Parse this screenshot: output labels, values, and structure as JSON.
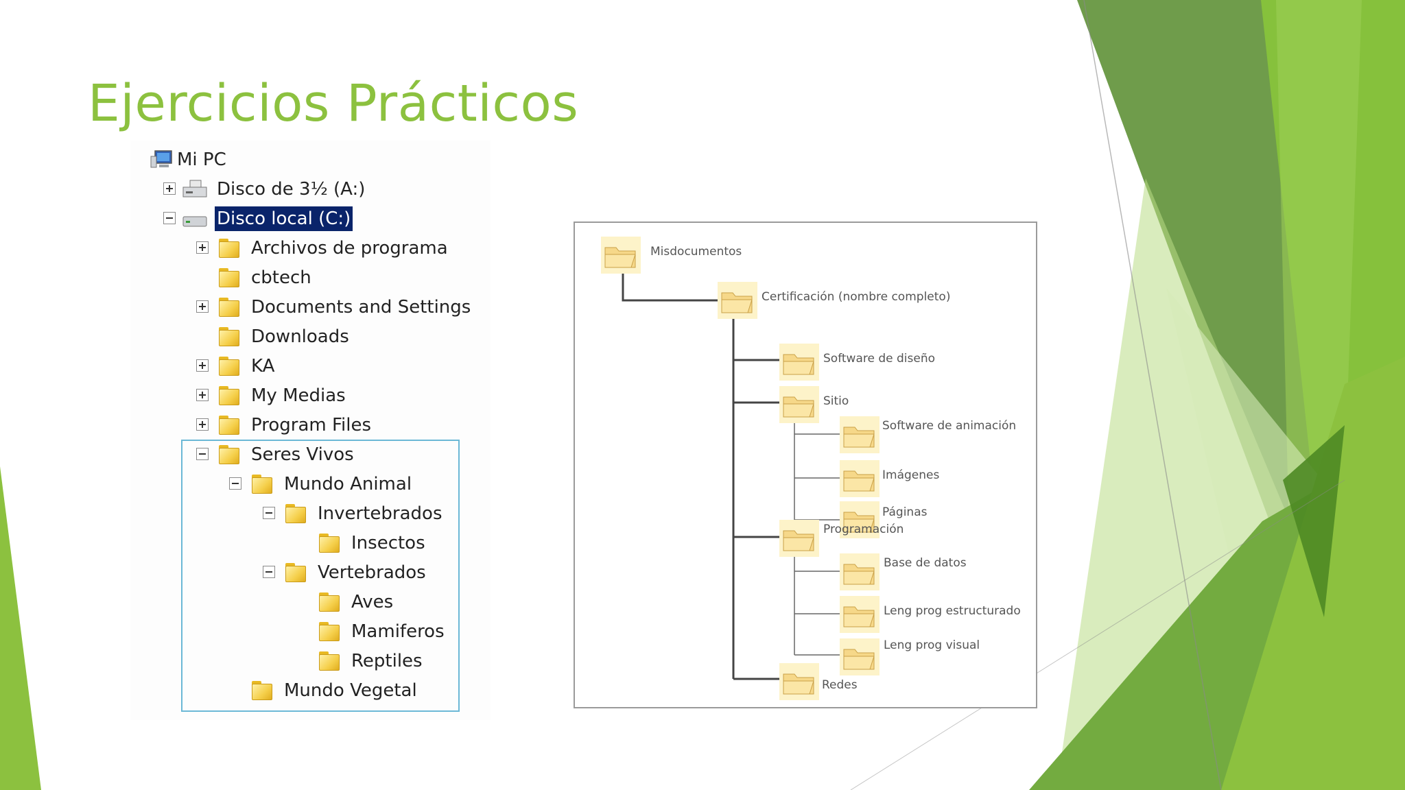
{
  "slide": {
    "title": "Ejercicios Prácticos",
    "accent_color": "#8cc13f"
  },
  "explorer_tree": {
    "items": [
      {
        "label": "Mi PC",
        "icon": "computer-icon",
        "expander": "none",
        "selected": false
      },
      {
        "label": "Disco de 3½ (A:)",
        "icon": "floppy-drive-icon",
        "expander": "plus",
        "selected": false
      },
      {
        "label": "Disco local (C:)",
        "icon": "hard-drive-icon",
        "expander": "minus",
        "selected": true
      },
      {
        "label": "Archivos de programa",
        "icon": "folder-icon",
        "expander": "plus",
        "selected": false
      },
      {
        "label": "cbtech",
        "icon": "folder-icon",
        "expander": "none",
        "selected": false
      },
      {
        "label": "Documents and Settings",
        "icon": "folder-icon",
        "expander": "plus",
        "selected": false
      },
      {
        "label": "Downloads",
        "icon": "folder-icon",
        "expander": "none",
        "selected": false
      },
      {
        "label": "KA",
        "icon": "folder-icon",
        "expander": "plus",
        "selected": false
      },
      {
        "label": "My Medias",
        "icon": "folder-icon",
        "expander": "plus",
        "selected": false
      },
      {
        "label": "Program Files",
        "icon": "folder-icon",
        "expander": "plus",
        "selected": false
      },
      {
        "label": "Seres Vivos",
        "icon": "folder-icon",
        "expander": "minus",
        "selected": false
      },
      {
        "label": "Mundo Animal",
        "icon": "folder-icon",
        "expander": "minus",
        "selected": false
      },
      {
        "label": "Invertebrados",
        "icon": "folder-icon",
        "expander": "minus",
        "selected": false
      },
      {
        "label": "Insectos",
        "icon": "folder-icon",
        "expander": "none",
        "selected": false
      },
      {
        "label": "Vertebrados",
        "icon": "folder-icon",
        "expander": "minus",
        "selected": false
      },
      {
        "label": "Aves",
        "icon": "folder-icon",
        "expander": "none",
        "selected": false
      },
      {
        "label": "Mamiferos",
        "icon": "folder-icon",
        "expander": "none",
        "selected": false
      },
      {
        "label": "Reptiles",
        "icon": "folder-icon",
        "expander": "none",
        "selected": false
      },
      {
        "label": "Mundo Vegetal",
        "icon": "folder-icon",
        "expander": "none",
        "selected": false
      }
    ]
  },
  "folder_diagram": {
    "nodes": [
      {
        "label": "Misdocumentos",
        "icon": "open-folder-icon"
      },
      {
        "label": "Certificación (nombre completo)",
        "icon": "open-folder-icon"
      },
      {
        "label": "Software de diseño",
        "icon": "open-folder-icon"
      },
      {
        "label": "Sitio",
        "icon": "open-folder-icon"
      },
      {
        "label": "Software de animación",
        "icon": "open-folder-icon"
      },
      {
        "label": "Imágenes",
        "icon": "open-folder-icon"
      },
      {
        "label": "Páginas",
        "icon": "open-folder-icon"
      },
      {
        "label": "Programación",
        "icon": "open-folder-icon"
      },
      {
        "label": "Base de datos",
        "icon": "open-folder-icon"
      },
      {
        "label": "Leng prog estructurado",
        "icon": "open-folder-icon"
      },
      {
        "label": "Leng prog visual",
        "icon": "open-folder-icon"
      },
      {
        "label": "Redes",
        "icon": "open-folder-icon"
      }
    ]
  }
}
